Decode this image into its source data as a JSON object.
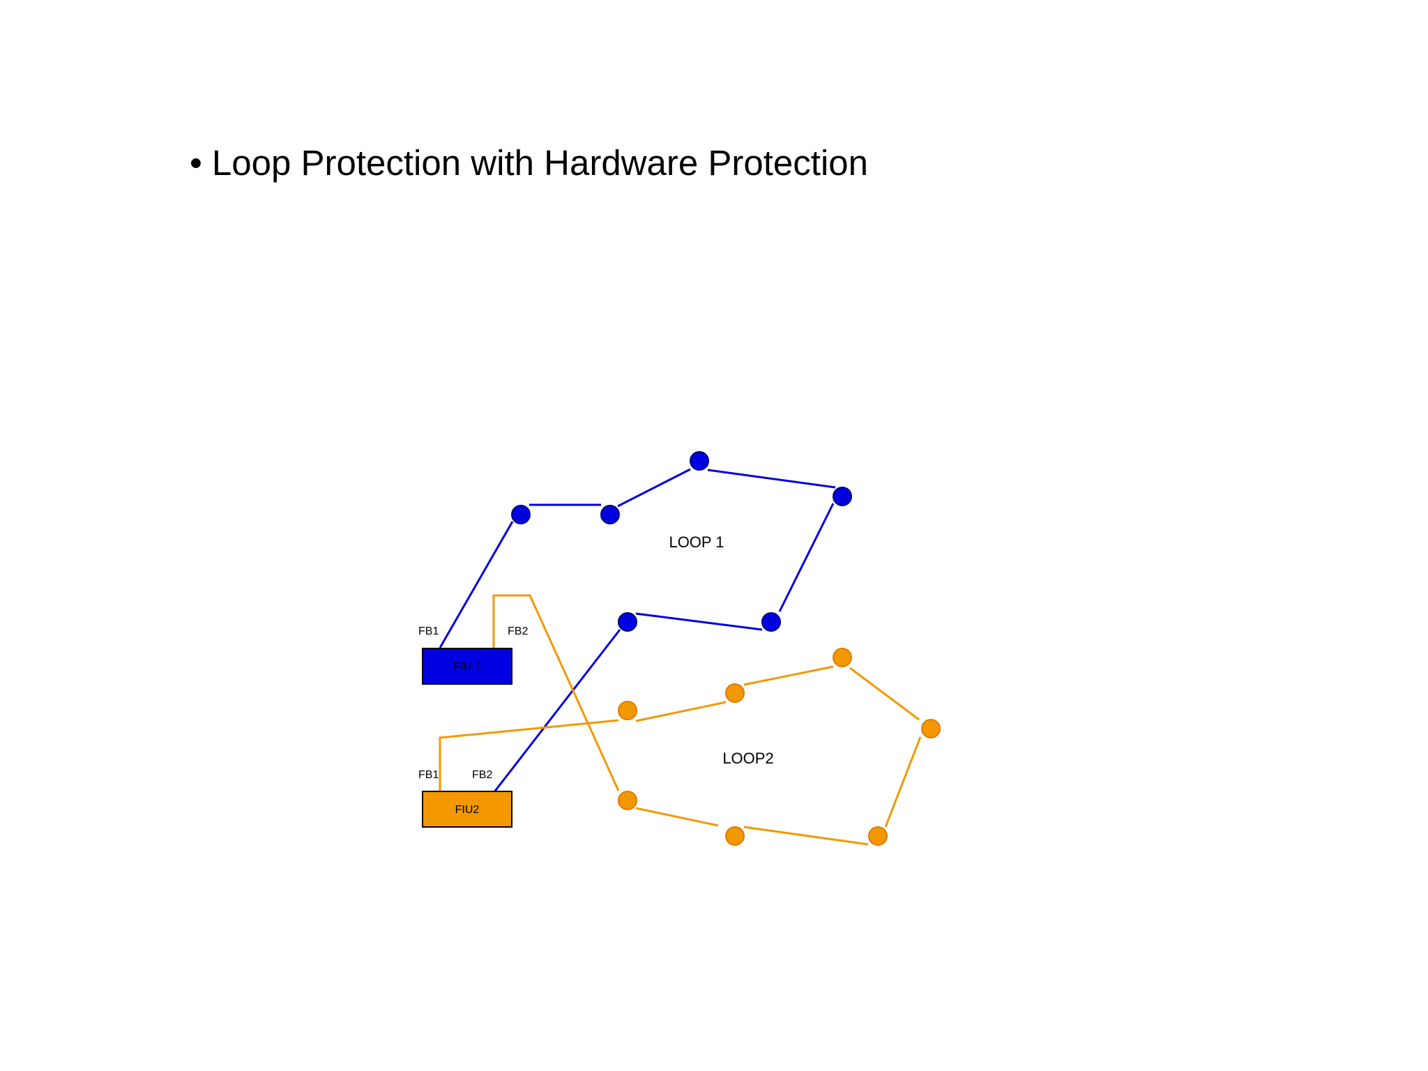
{
  "title": {
    "bullet": "•",
    "text": "Loop Protection with Hardware Protection"
  },
  "colors": {
    "loop1": "#0000e0",
    "loop1_node_stroke": "#00007a",
    "loop2": "#f39800",
    "loop2_node_stroke": "#e07a00",
    "box_stroke": "#000000"
  },
  "diagram": {
    "loop1": {
      "label": "LOOP 1"
    },
    "loop2": {
      "label": "LOOP2"
    },
    "fiu1": {
      "label": "FIU 1",
      "port1": "FB1",
      "port2": "FB2"
    },
    "fiu2": {
      "label": "FIU2",
      "port1": "FB1",
      "port2": "FB2"
    }
  }
}
